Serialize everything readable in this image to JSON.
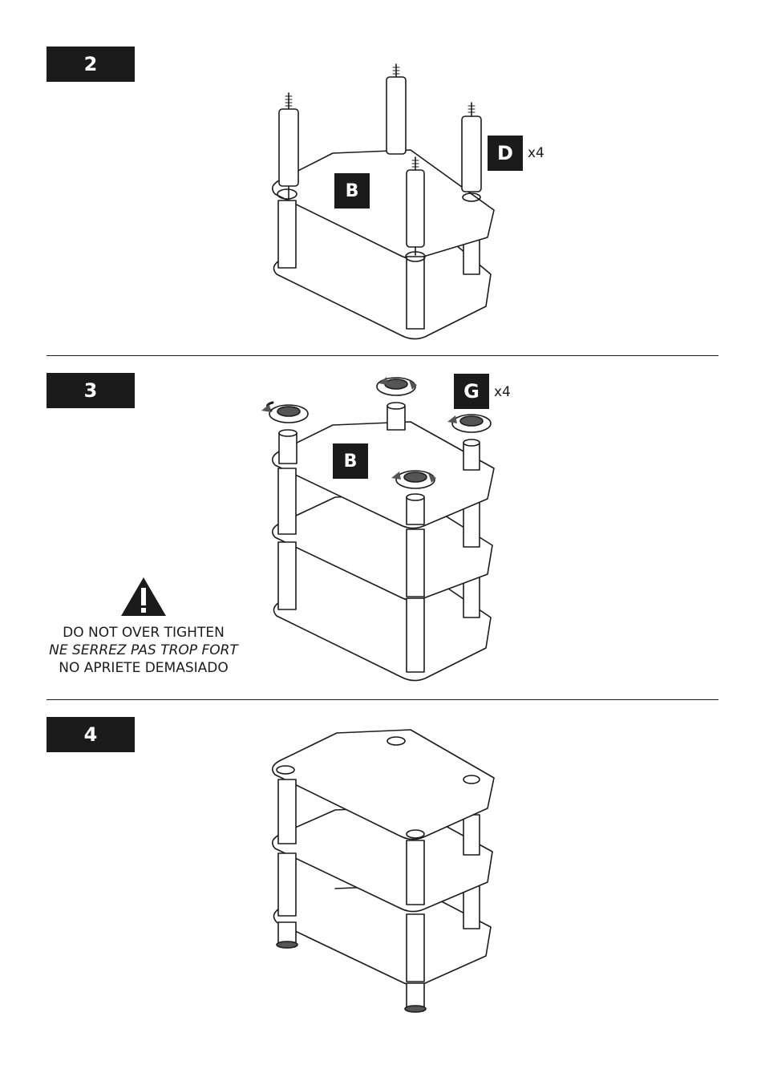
{
  "steps": [
    {
      "number": "2",
      "parts": [
        {
          "letter": "B"
        },
        {
          "letter": "D",
          "qty": "x4"
        }
      ]
    },
    {
      "number": "3",
      "parts": [
        {
          "letter": "B"
        },
        {
          "letter": "G",
          "qty": "x4"
        }
      ]
    },
    {
      "number": "4",
      "parts": []
    }
  ],
  "warning": {
    "icon": "exclamation-triangle-icon",
    "en": "DO NOT OVER TIGHTEN",
    "fr": "NE SERREZ PAS TROP FORT",
    "es": "NO APRIETE DEMASIADO"
  },
  "colors": {
    "ink": "#1b1b1b",
    "glass": "#ffffff"
  }
}
